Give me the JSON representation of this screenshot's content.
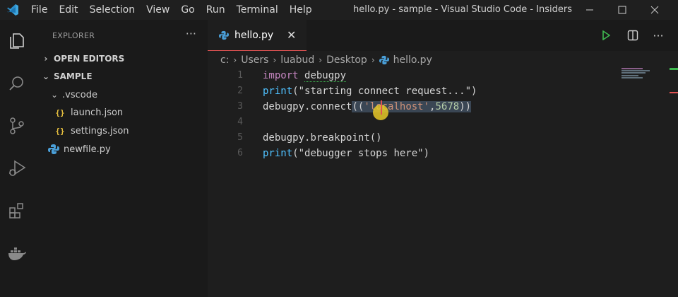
{
  "window": {
    "title": "hello.py - sample - Visual Studio Code - Insiders",
    "menu": [
      "File",
      "Edit",
      "Selection",
      "View",
      "Go",
      "Run",
      "Terminal",
      "Help"
    ]
  },
  "sidebar": {
    "header": "EXPLORER",
    "more": "···",
    "sections": {
      "open_editors": "OPEN EDITORS",
      "sample": "SAMPLE"
    },
    "tree": {
      "vscode_folder": ".vscode",
      "launch": "launch.json",
      "settings": "settings.json",
      "newfile": "newfile.py"
    },
    "json_icon": "{}"
  },
  "tab": {
    "label": "hello.py",
    "close": "✕"
  },
  "breadcrumb": [
    "c:",
    "Users",
    "luabud",
    "Desktop",
    "hello.py"
  ],
  "code": {
    "line_numbers": [
      "1",
      "2",
      "3",
      "4",
      "5",
      "6"
    ],
    "l1_kw": "import",
    "l1_mod": "debugpy",
    "l2_fn": "print",
    "l2_open": "(",
    "l2_str": "\"starting connect request...\"",
    "l2_close": ")",
    "l3_obj": "debugpy.",
    "l3_fn": "connect",
    "l3_open": "(",
    "l3_paren": "(",
    "l3_str": "'localhost'",
    "l3_comma": ",",
    "l3_num": "5678",
    "l3_close": "))",
    "l5_obj": "debugpy.",
    "l5_fn": "breakpoint",
    "l5_paren": "()",
    "l6_fn": "print",
    "l6_open": "(",
    "l6_str": "\"debugger stops here\"",
    "l6_close": ")"
  },
  "colors": {
    "accent": "#e05252",
    "python_icon": "#4a9fd8",
    "json_icon": "#e8c13f",
    "run_icon": "#3fb950"
  }
}
